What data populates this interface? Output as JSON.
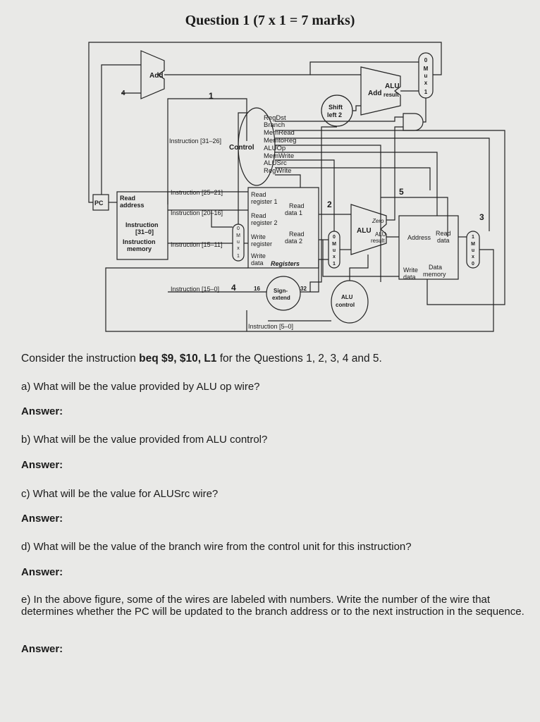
{
  "title": "Question 1 (7 x 1 = 7 marks)",
  "diagram": {
    "add_top": "Add",
    "four": "4",
    "one": "1",
    "alu_add": "Add",
    "alu_result_a": "ALU",
    "alu_result_b": "result",
    "shift_a": "Shift",
    "shift_b": "left 2",
    "mux_top": [
      "0",
      "M",
      "u",
      "x",
      "1"
    ],
    "control": "Control",
    "instr_31_26": "Instruction [31–26]",
    "signals": [
      "RegDst",
      "Branch",
      "MemRead",
      "MemtoReg",
      "ALUOp",
      "MemWrite",
      "ALUSrc",
      "RegWrite"
    ],
    "pc": "PC",
    "read_address_a": "Read",
    "read_address_b": "address",
    "instruction_a": "Instruction",
    "instruction_b": "[31–0]",
    "imem_a": "Instruction",
    "imem_b": "memory",
    "instr_25_21": "Instruction [25–21]",
    "instr_20_16": "Instruction [20–16]",
    "instr_15_11": "Instruction [15–11]",
    "instr_15_0": "Instruction [15–0]",
    "instr_5_0": "Instruction [5–0]",
    "mux_small": [
      "0",
      "M",
      "u",
      "x",
      "1"
    ],
    "read_reg1_a": "Read",
    "read_reg1_b": "register 1",
    "read_reg2_a": "Read",
    "read_reg2_b": "register 2",
    "write_reg_a": "Write",
    "write_reg_b": "register",
    "write_data_a": "Write",
    "write_data_b": "data",
    "registers": "Registers",
    "read_data1_a": "Read",
    "read_data1_b": "data 1",
    "read_data2_a": "Read",
    "read_data2_b": "data 2",
    "num_2": "2",
    "num_3": "3",
    "num_4": "4",
    "num_5": "5",
    "sixteen": "16",
    "thirtytwo": "32",
    "sign_a": "Sign-",
    "sign_b": "extend",
    "alu_ctrl_a": "ALU",
    "alu_ctrl_b": "control",
    "mux_alu": [
      "0",
      "M",
      "u",
      "x",
      "1"
    ],
    "alu": "ALU",
    "zero": "Zero",
    "alu_res_a": "ALU",
    "alu_res_b": "result",
    "address": "Address",
    "read_data_a": "Read",
    "read_data_b": "data",
    "write_data2_a": "Write",
    "write_data2_b": "data",
    "dmem_a": "Data",
    "dmem_b": "memory",
    "mux_mem": [
      "1",
      "M",
      "u",
      "x",
      "0"
    ]
  },
  "intro": {
    "pre": "Consider the instruction ",
    "instr": "beq $9, $10, L1",
    "post": " for the Questions 1, 2, 3, 4 and 5."
  },
  "questions": [
    {
      "text": "a) What will be the value provided by ALU op wire?",
      "answer": "Answer:"
    },
    {
      "text": "b) What will be the value provided from ALU control?",
      "answer": "Answer:"
    },
    {
      "text": "c) What will be the value for ALUSrc wire?",
      "answer": "Answer:"
    },
    {
      "text": "d) What will be the value of the branch wire from the control unit for this instruction?",
      "answer": "Answer:"
    },
    {
      "text": "e) In the above figure, some of the wires are labeled with numbers. Write the number of the wire that determines whether the PC will be updated to the branch address or to the next instruction in the sequence.",
      "answer": "Answer:"
    }
  ]
}
